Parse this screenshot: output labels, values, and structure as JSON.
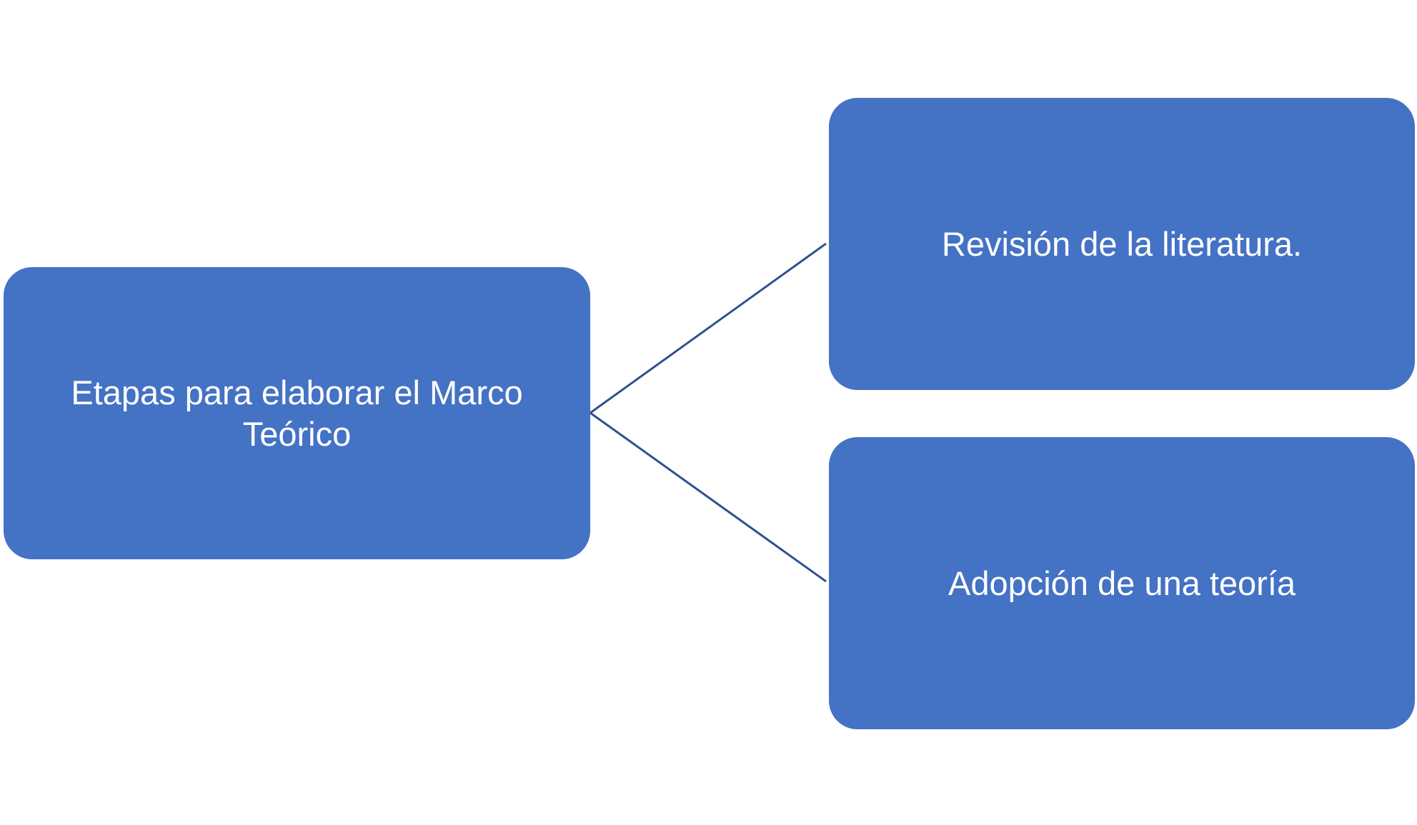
{
  "colors": {
    "node_fill": "#4472C4",
    "connector": "#2F528F",
    "node_text": "#FFFFFF",
    "background": "#FFFFFF"
  },
  "diagram": {
    "root": {
      "label": "Etapas para elaborar el Marco Teórico"
    },
    "children": [
      {
        "label": "Revisión de la literatura."
      },
      {
        "label": "Adopción de una teoría"
      }
    ]
  }
}
